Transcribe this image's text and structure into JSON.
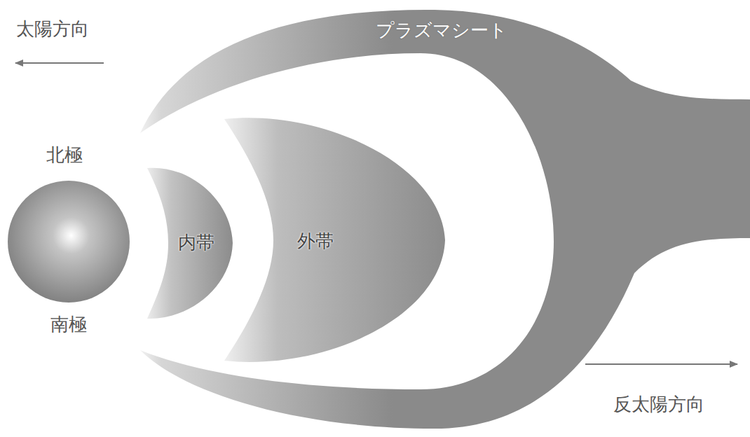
{
  "diagram": {
    "nodes": [
      {
        "text": [
          "プラズマシート"
        ]
      },
      {
        "text": [
          "内帯"
        ]
      },
      {
        "text": [
          "外帯"
        ]
      }
    ],
    "labels": [
      "太陽方向",
      "北極",
      "南極",
      "反太陽方向"
    ]
  }
}
